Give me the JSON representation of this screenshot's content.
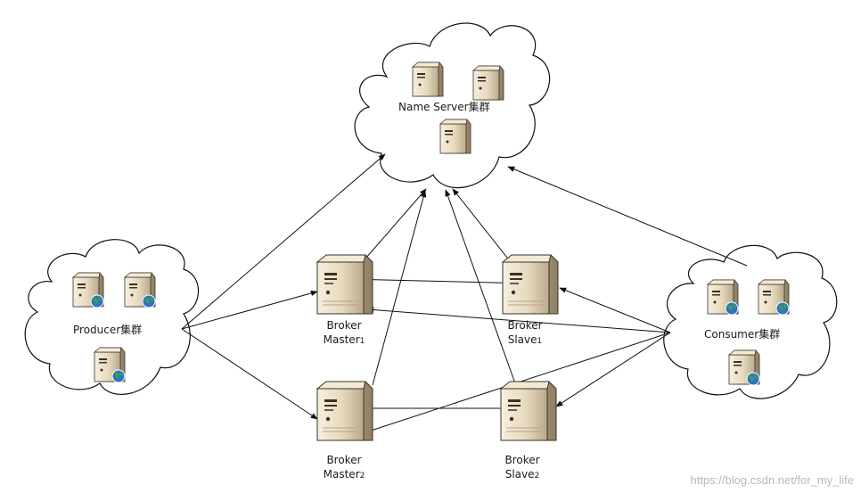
{
  "clusters": {
    "name_server": {
      "label": "Name Server集群",
      "icon": "server-icon"
    },
    "producer": {
      "label": "Producer集群",
      "icon": "server-globe-icon"
    },
    "consumer": {
      "label": "Consumer集群",
      "icon": "server-globe-icon"
    }
  },
  "brokers": {
    "master1": {
      "line1": "Broker",
      "line2": "Master",
      "index": "1"
    },
    "slave1": {
      "line1": "Broker",
      "line2": "Slave",
      "index": "1"
    },
    "master2": {
      "line1": "Broker",
      "line2": "Master",
      "index": "2"
    },
    "slave2": {
      "line1": "Broker",
      "line2": "Slave",
      "index": "2"
    }
  },
  "watermark": "https://blog.csdn.net/for_my_life",
  "colors": {
    "line": "#111111",
    "server_body": "#e8dcc4",
    "server_dark": "#4a4035",
    "globe": "#2b73c9",
    "globe_land": "#3fa33f"
  }
}
